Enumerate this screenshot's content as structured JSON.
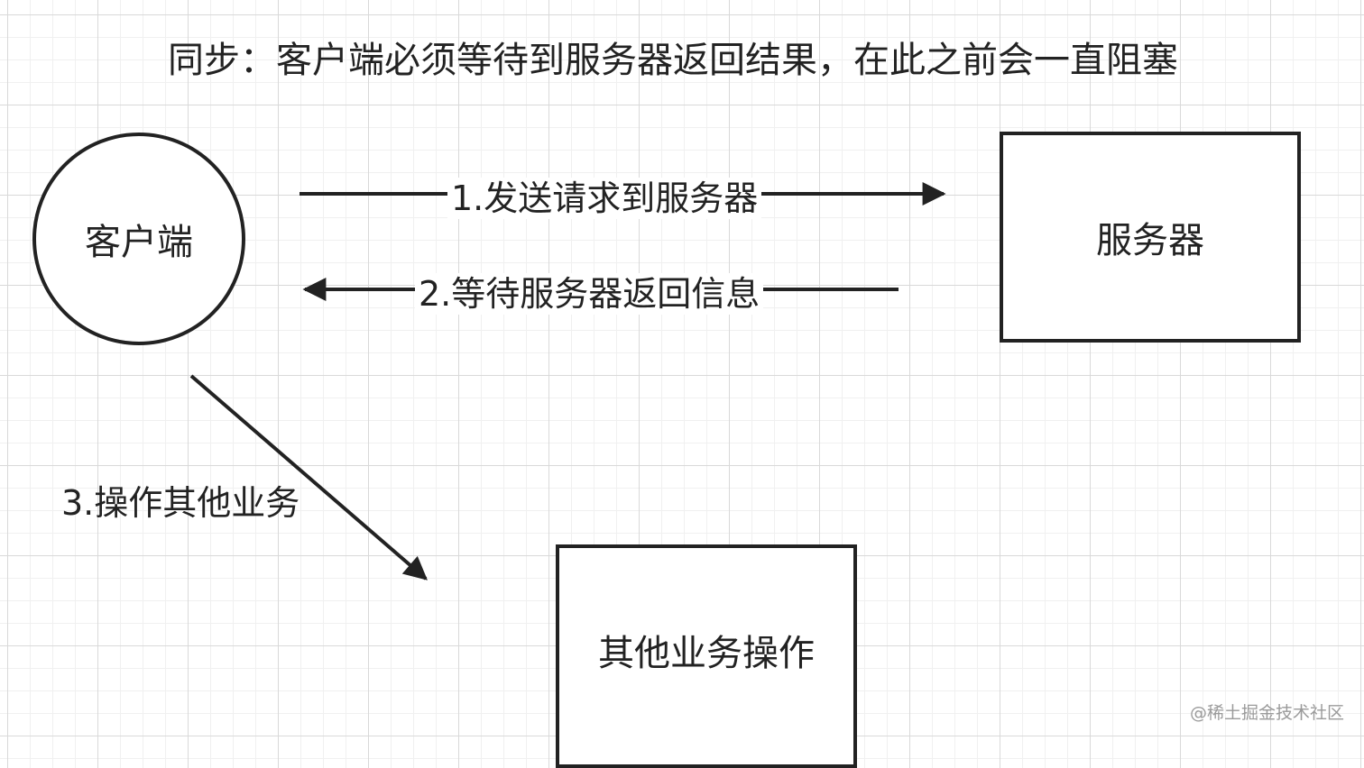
{
  "title": "同步：客户端必须等待到服务器返回结果，在此之前会一直阻塞",
  "nodes": {
    "client": "客户端",
    "server": "服务器",
    "other": "其他业务操作"
  },
  "edges": {
    "step1": "1.发送请求到服务器",
    "step2": "2.等待服务器返回信息",
    "step3": "3.操作其他业务"
  },
  "watermark": "@稀土掘金技术社区",
  "colors": {
    "stroke": "#222222",
    "grid": "#d9d9d9",
    "background": "#ffffff"
  }
}
